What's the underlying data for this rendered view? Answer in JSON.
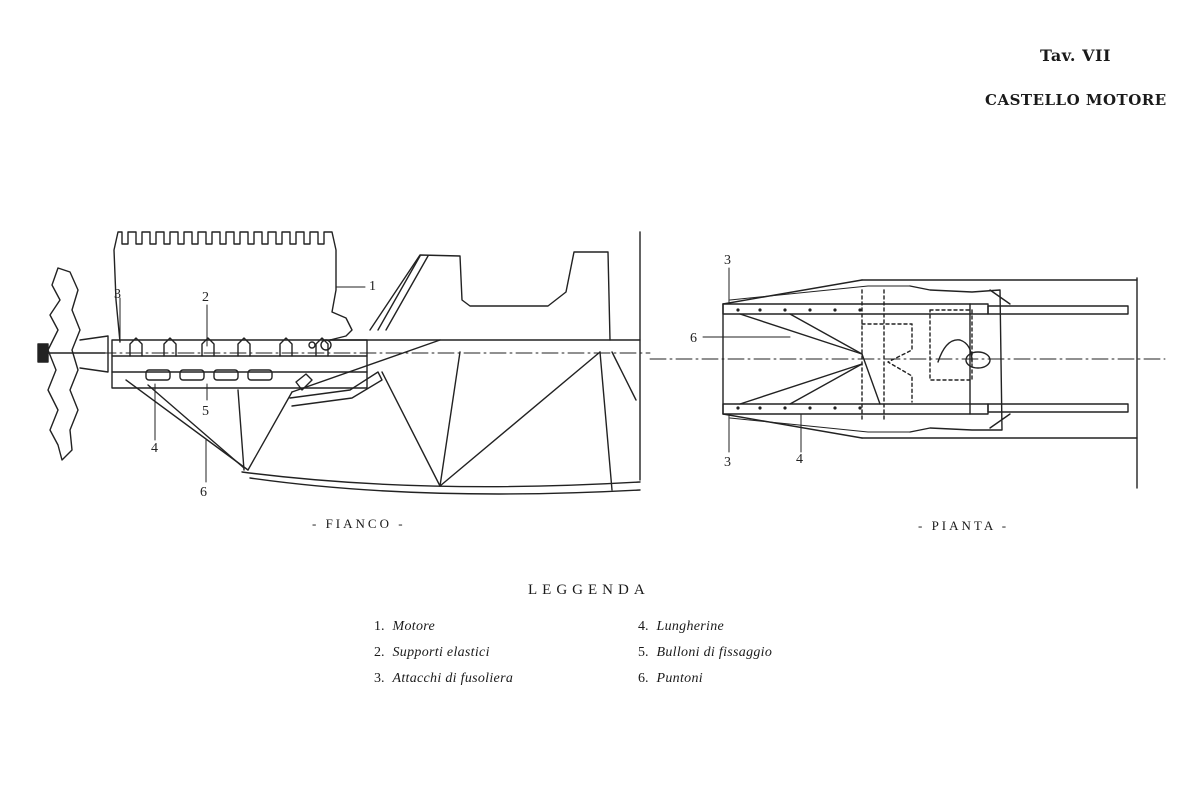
{
  "header": {
    "plate_number": "Tav. VII",
    "plate_title": "CASTELLO MOTORE"
  },
  "views": {
    "side_label": "- FIANCO -",
    "plan_label": "- PIANTA -"
  },
  "callouts": {
    "side": [
      "1",
      "2",
      "3",
      "4",
      "5",
      "6"
    ],
    "plan": [
      "3",
      "6",
      "3",
      "4"
    ]
  },
  "legend": {
    "title": "LEGGENDA",
    "items": [
      {
        "num": "1.",
        "text": "Motore"
      },
      {
        "num": "2.",
        "text": "Supporti elastici"
      },
      {
        "num": "3.",
        "text": "Attacchi di fusoliera"
      },
      {
        "num": "4.",
        "text": "Lungherine"
      },
      {
        "num": "5.",
        "text": "Bulloni di fissaggio"
      },
      {
        "num": "6.",
        "text": "Puntoni"
      }
    ]
  }
}
